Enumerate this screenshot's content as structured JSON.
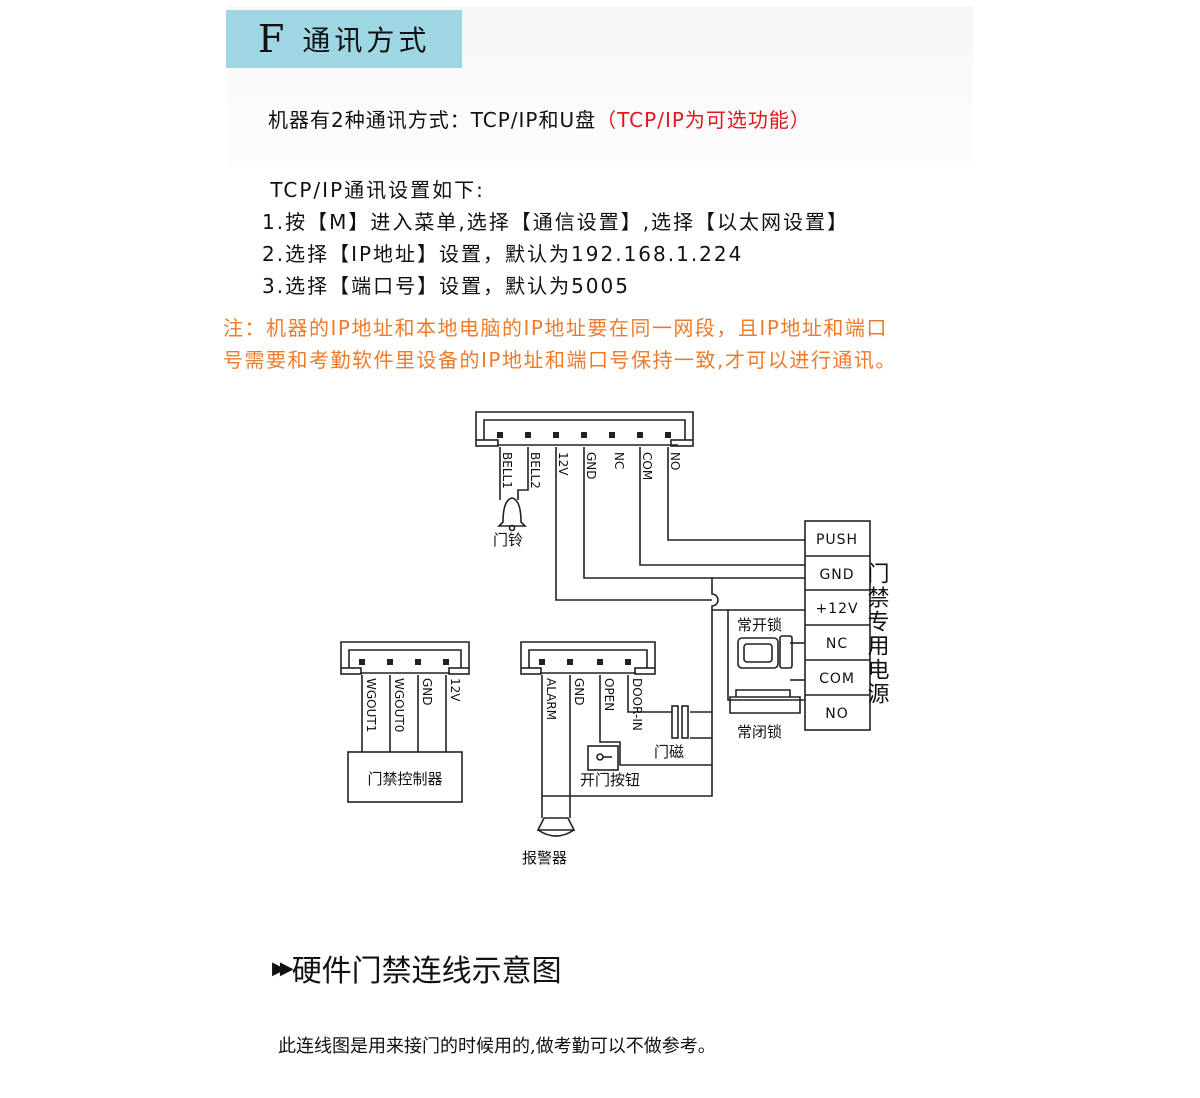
{
  "header": {
    "letter": "F",
    "title": "通讯方式"
  },
  "intro": {
    "main": "机器有2种通讯方式：TCP/IP和U盘",
    "highlight": "（TCP/IP为可选功能）"
  },
  "tcp_setup": {
    "heading": " TCP/IP通讯设置如下:",
    "steps": [
      "1.按【M】进入菜单,选择【通信设置】,选择【以太网设置】",
      "2.选择【IP地址】设置，默认为192.168.1.224",
      "3.选择【端口号】设置，默认为5005"
    ]
  },
  "note": {
    "line1": "注：机器的IP地址和本地电脑的IP地址要在同一网段，且IP地址和端口",
    "line2": "号需要和考勤软件里设备的IP地址和端口号保持一致,才可以进行通讯。"
  },
  "diagram": {
    "top_connector_pins": [
      "BELL1",
      "BELL2",
      "12V",
      "GND",
      "NC",
      "COM",
      "NO"
    ],
    "bell_label": "门铃",
    "power_terminals": [
      "PUSH",
      "GND",
      "+12V",
      "NC",
      "COM",
      "NO"
    ],
    "power_label": "门禁专用电源",
    "lock_open_label": "常开锁",
    "lock_closed_label": "常闭锁",
    "wg_connector_pins": [
      "WGOUT1",
      "WGOUT0",
      "GND",
      "12V"
    ],
    "controller_label": "门禁控制器",
    "alarm_connector_pins": [
      "ALARM",
      "GND",
      "OPEN",
      "DOOR-IN"
    ],
    "door_magnet_label": "门磁",
    "open_button_label": "开门按钮",
    "alarm_label": "报警器"
  },
  "section": {
    "title": "硬件门禁连线示意图"
  },
  "footnote": "此连线图是用来接门的时候用的,做考勤可以不做参考。"
}
